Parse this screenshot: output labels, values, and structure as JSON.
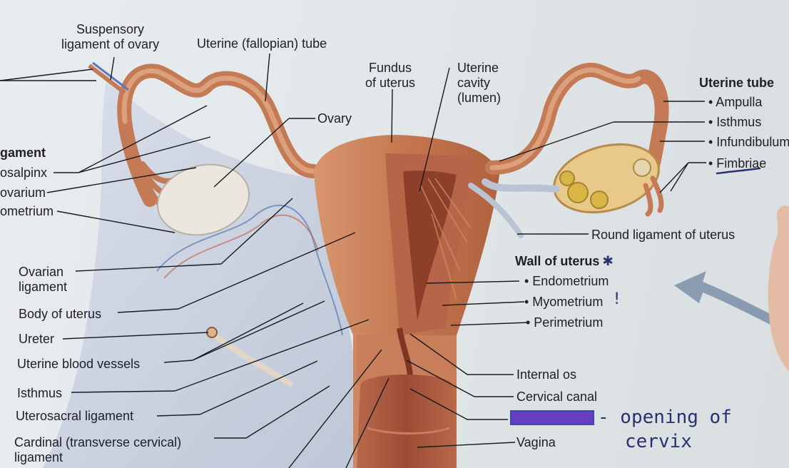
{
  "labels": {
    "suspensory_ligament": "Suspensory\nligament of ovary",
    "uterine_tube_top": "Uterine (fallopian) tube",
    "fundus": "Fundus\nof uterus",
    "uterine_cavity": "Uterine\ncavity\n(lumen)",
    "ovary": "Ovary",
    "ligament_cut": "gament",
    "mesosalpinx_cut": "osalpinx",
    "mesovarium_cut": "ovarium",
    "mesometrium_cut": "ometrium",
    "ovarian_ligament": "Ovarian\nligament",
    "body_of_uterus": "Body of uterus",
    "ureter": "Ureter",
    "uterine_blood_vessels": "Uterine blood vessels",
    "isthmus_left": "Isthmus",
    "uterosacral_ligament": "Uterosacral ligament",
    "cardinal_ligament": "Cardinal (transverse cervical)\nligament",
    "uterine_tube_header": "Uterine tube",
    "ampulla": "• Ampulla",
    "isthmus_right": "• Isthmus",
    "infundibulum": "• Infundibulum",
    "fimbriae": "• Fimbriae",
    "round_ligament": "Round ligament of uterus",
    "wall_header": "Wall of uterus",
    "endometrium": "• Endometrium",
    "myometrium": "• Myometrium",
    "perimetrium": "• Perimetrium",
    "internal_os": "Internal os",
    "cervical_canal": "Cervical canal",
    "vagina": "Vagina"
  },
  "handwriting": {
    "star": "✱",
    "exclaim": "!",
    "note_line1": "- opening of",
    "note_line2": "cervix"
  },
  "colors": {
    "uterus": "#c8805a",
    "uterus_dark": "#9c4f35",
    "broad_ligament": "#c9d2e0",
    "ovary": "#e6e0d8",
    "redaction": "#6a3dbf",
    "ink": "#2a3170"
  }
}
